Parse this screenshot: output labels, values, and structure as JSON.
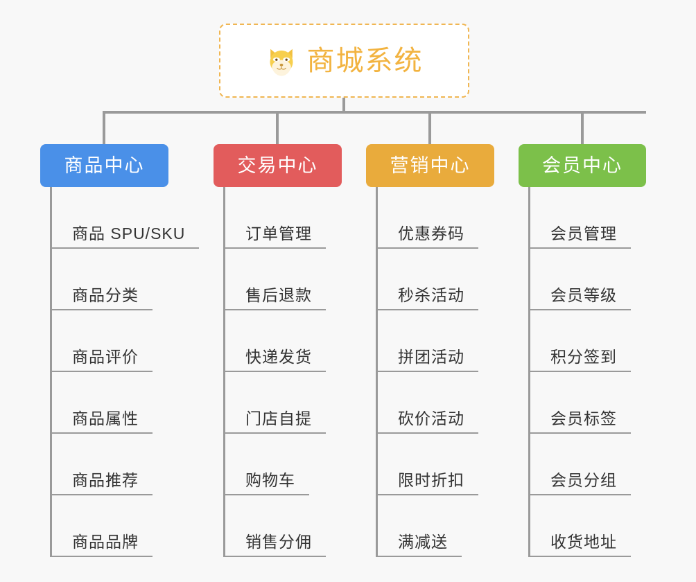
{
  "page": {
    "background_color": "#f8f8f8",
    "line_color": "#9a9a9a",
    "leaf_text_color": "#333333"
  },
  "root": {
    "title": "商城系统",
    "icon": "shiba-dog-emoji",
    "text_color": "#f2b340",
    "border_color": "#f0b652",
    "background_color": "#ffffff"
  },
  "categories": [
    {
      "label": "商品中心",
      "color": "#4a90e8",
      "items": [
        "商品 SPU/SKU",
        "商品分类",
        "商品评价",
        "商品属性",
        "商品推荐",
        "商品品牌"
      ]
    },
    {
      "label": "交易中心",
      "color": "#e25c5c",
      "items": [
        "订单管理",
        "售后退款",
        "快递发货",
        "门店自提",
        "购物车",
        "销售分佣"
      ]
    },
    {
      "label": "营销中心",
      "color": "#e9ab3c",
      "items": [
        "优惠券码",
        "秒杀活动",
        "拼团活动",
        "砍价活动",
        "限时折扣",
        "满减送"
      ]
    },
    {
      "label": "会员中心",
      "color": "#7cc04a",
      "items": [
        "会员管理",
        "会员等级",
        "积分签到",
        "会员标签",
        "会员分组",
        "收货地址"
      ]
    }
  ]
}
